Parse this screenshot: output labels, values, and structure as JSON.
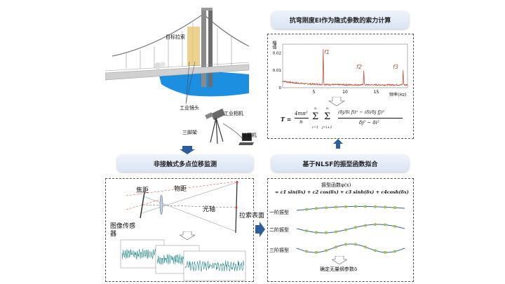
{
  "panels": {
    "tension_title": "抗弯刚度EI作为隐式参数的索力计算",
    "monitor_title": "非接触式多点位移监测",
    "fit_title": "基于NLSF的振型函数拟合"
  },
  "bridge": {
    "target_cable": "目标拉索",
    "lens": "工业镜头",
    "camera": "工业相机",
    "tripod": "三脚架",
    "computer": "计算机"
  },
  "spectrum": {
    "ylabel": "幅值",
    "xlabel": "频率(Hz)",
    "peaks": [
      "f1",
      "f2",
      "f3"
    ],
    "chart_data": {
      "type": "line",
      "x_ticks": [
        5,
        10,
        15
      ],
      "y_ticks": [
        0,
        0.01,
        0.02
      ],
      "xlim": [
        0,
        20
      ],
      "ylim": [
        0,
        0.025
      ],
      "peaks": [
        {
          "label": "f1",
          "x": 6.5,
          "y": 0.0205
        },
        {
          "label": "f2",
          "x": 13.0,
          "y": 0.0085
        },
        {
          "label": "f3",
          "x": 19.3,
          "y": 0.0082
        }
      ]
    }
  },
  "tension_formula": {
    "lhs": "T =",
    "num": "4mπ²",
    "den": "n",
    "sum1": "Σ",
    "sum1_top": "n",
    "sum1_bot": "i=1",
    "sum2": "Σ",
    "sum2_top": "n",
    "sum2_bot": "j=i+1",
    "frac_num": "(δj/δi fi)² − (δi/δj fj)²",
    "frac_den": "δj² − δi²"
  },
  "optics": {
    "focal": "焦距",
    "object_dist": "物距",
    "axis": "光轴",
    "surface": "拉索表面",
    "sensor": "图像传感器"
  },
  "modes": {
    "function_title": "振型函数φ(x)",
    "function_expr": "= c1 sin(δx) + c2 cos(δx) + c3 sinh(δx) + c4cosh(δx)",
    "mode1": "一阶振型",
    "mode2": "二阶振型",
    "mode3": "三阶振型",
    "result": "确定无量纲参数δ"
  },
  "colors": {
    "arrow": "#2e5d9b",
    "curve": "#3b5aa8",
    "dot": "#9cc24a",
    "signal": "#2a8a8c",
    "spectrum": "#b8513a",
    "water": "#1d8fe0"
  }
}
